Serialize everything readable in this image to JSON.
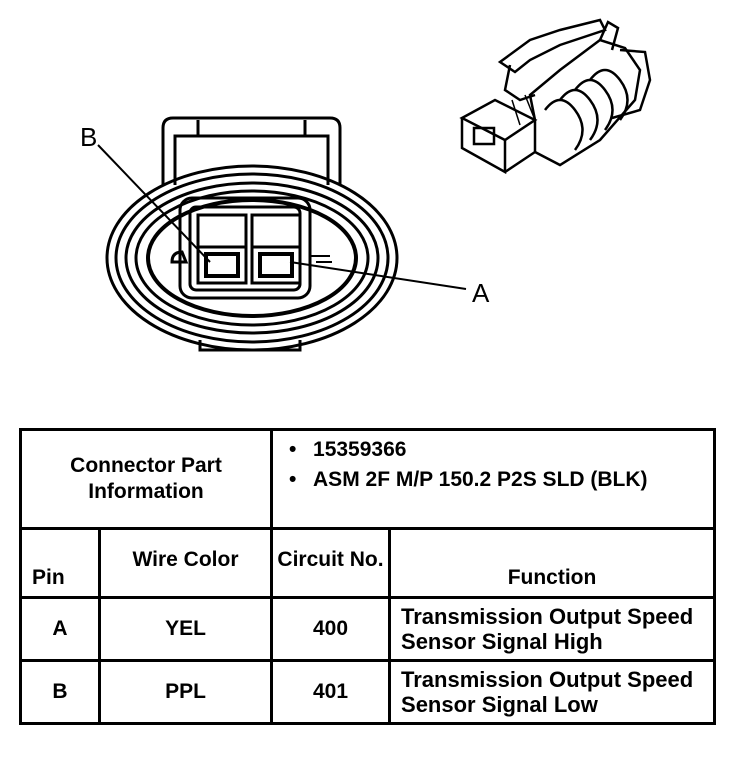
{
  "callouts": {
    "b": "B",
    "a": "A"
  },
  "table": {
    "part_info_heading": "Connector Part Information",
    "part_info_items": [
      "15359366",
      "ASM 2F M/P 150.2 P2S SLD (BLK)"
    ],
    "headers": {
      "pin": "Pin",
      "wire_color": "Wire Color",
      "circuit_no": "Circuit No.",
      "function": "Function"
    },
    "rows": [
      {
        "pin": "A",
        "wire_color": "YEL",
        "circuit_no": "400",
        "function": "Transmission Output Speed Sensor Signal High"
      },
      {
        "pin": "B",
        "wire_color": "PPL",
        "circuit_no": "401",
        "function": "Transmission Output Speed Sensor Signal Low"
      }
    ]
  }
}
